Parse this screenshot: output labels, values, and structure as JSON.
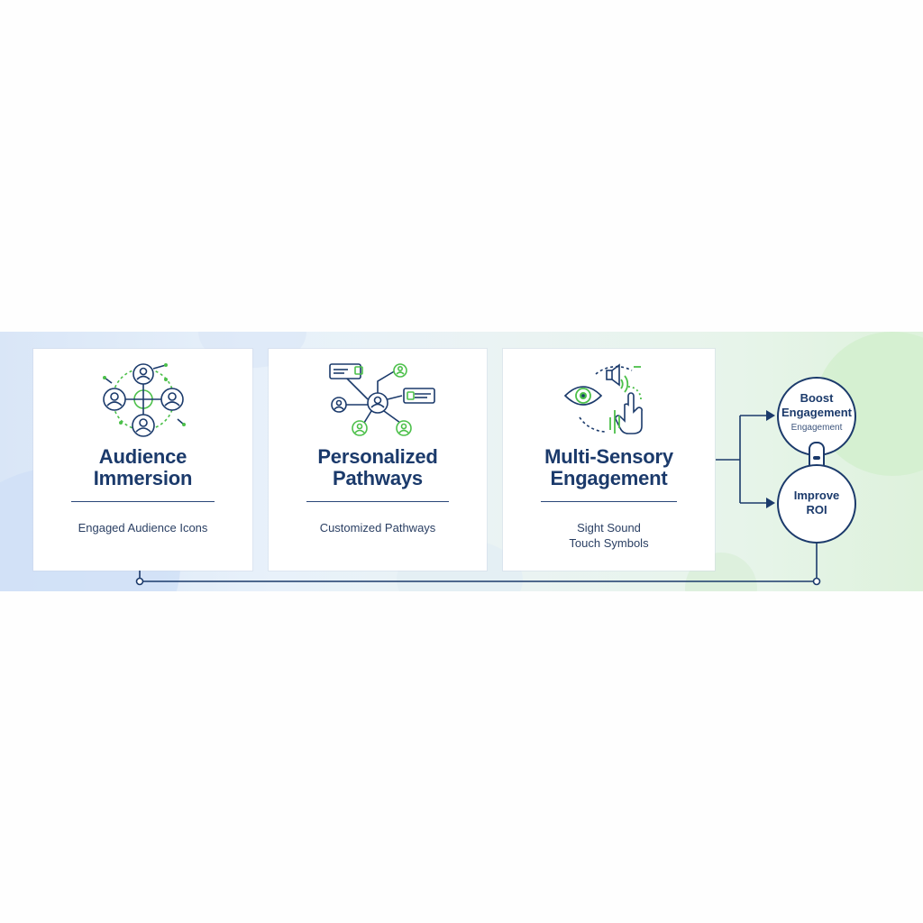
{
  "cards": [
    {
      "title": "Audience\nImmersion",
      "caption": "Engaged Audience Icons",
      "icon": "audience-network-icon"
    },
    {
      "title": "Personalized\nPathways",
      "caption": "Customized Pathways",
      "icon": "pathway-network-icon"
    },
    {
      "title": "Multi-Sensory\nEngagement",
      "caption": "Sight Sound\nTouch Symbols",
      "icon": "eye-sound-touch-icon"
    }
  ],
  "outcomes": [
    {
      "title": "Boost\nEngagement",
      "sub": "Engagement"
    },
    {
      "title": "Improve\nROI"
    }
  ],
  "colors": {
    "navy": "#1b3a6b",
    "green": "#4cc04a"
  }
}
